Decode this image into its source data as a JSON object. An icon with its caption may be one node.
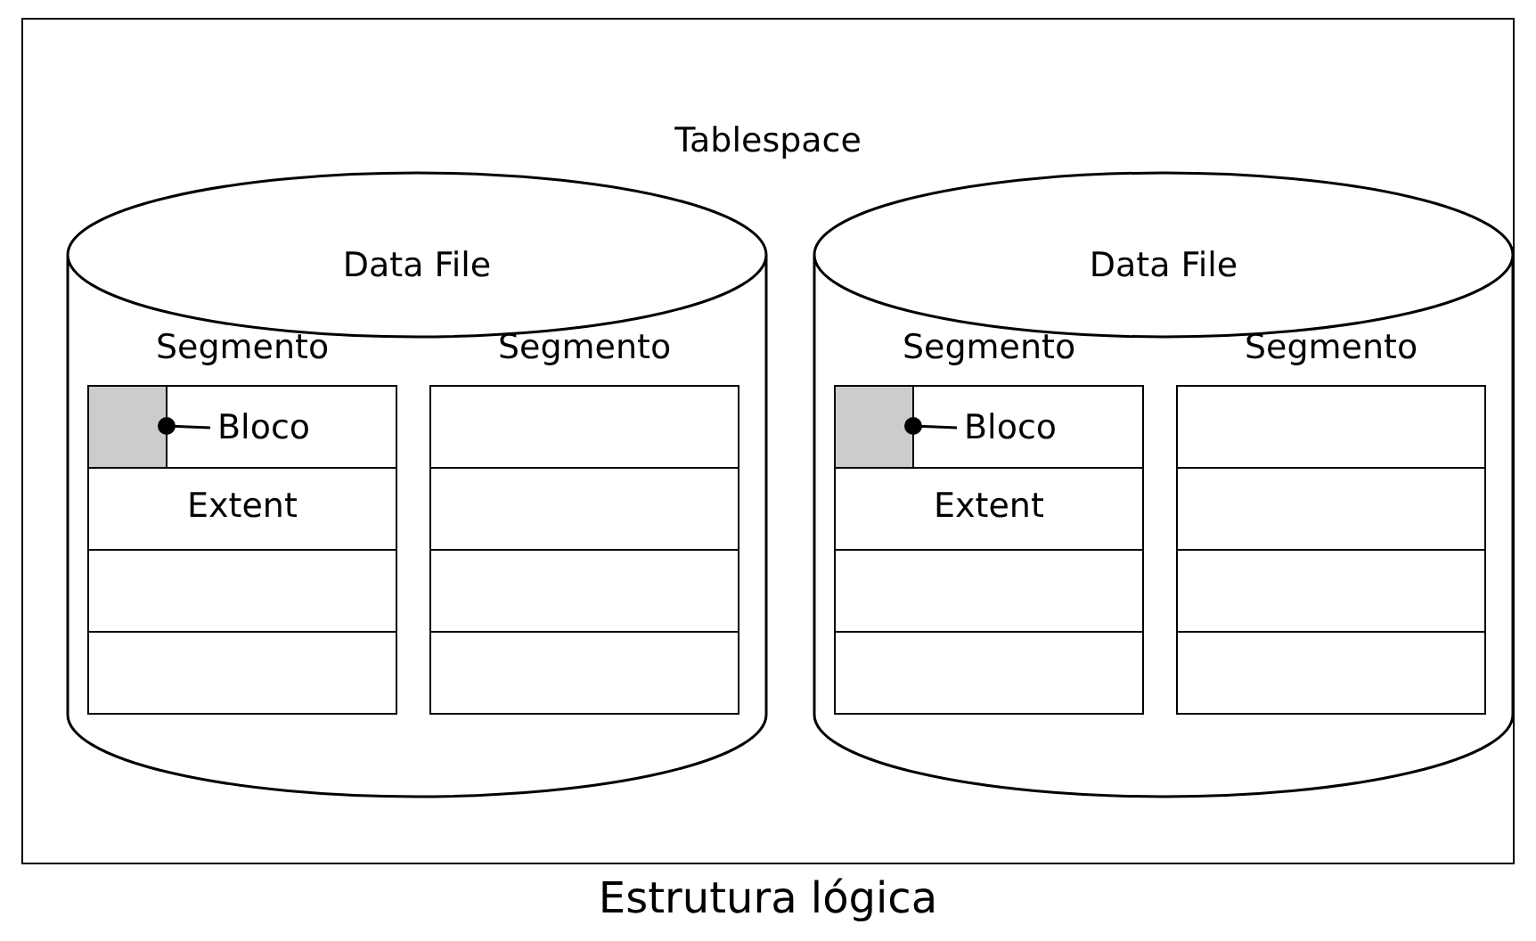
{
  "diagram": {
    "caption": "Estrutura lógica",
    "nodes": [
      {
        "text": [
          "Tablespace"
        ]
      },
      {
        "text": [
          "Data File"
        ],
        "in": 0
      },
      {
        "text": [
          "Segmento"
        ],
        "in": 1
      },
      {
        "text": [],
        "shape": "box",
        "in": 2
      },
      {
        "text": [],
        "shape": "box",
        "in": 3
      },
      {
        "text": [
          "Bloco"
        ],
        "in": 3
      },
      {
        "text": [
          "Extent"
        ],
        "in": 2
      },
      {
        "text": [],
        "shape": "box",
        "in": 2
      },
      {
        "text": [],
        "shape": "box",
        "in": 2
      },
      {
        "text": [
          "Segmento"
        ],
        "in": 1
      },
      {
        "text": [],
        "shape": "box",
        "in": 9
      },
      {
        "text": [],
        "shape": "box",
        "in": 9
      },
      {
        "text": [],
        "shape": "box",
        "in": 9
      },
      {
        "text": [],
        "shape": "box",
        "in": 9
      },
      {
        "text": [
          "Data File"
        ],
        "in": 0
      },
      {
        "text": [
          "Segmento"
        ],
        "in": 14
      },
      {
        "text": [],
        "shape": "box",
        "in": 15
      },
      {
        "text": [],
        "shape": "box",
        "in": 16
      },
      {
        "text": [
          "Bloco"
        ],
        "in": 16
      },
      {
        "text": [
          "Extent"
        ],
        "in": 15
      },
      {
        "text": [],
        "shape": "box",
        "in": 15
      },
      {
        "text": [],
        "shape": "box",
        "in": 15
      },
      {
        "text": [
          "Segmento"
        ],
        "in": 14
      },
      {
        "text": [],
        "shape": "box",
        "in": 22
      },
      {
        "text": [],
        "shape": "box",
        "in": 22
      },
      {
        "text": [],
        "shape": "box",
        "in": 22
      },
      {
        "text": [],
        "shape": "box",
        "in": 22
      }
    ],
    "edges": [
      {
        "from": 5,
        "to": 4,
        "arrow": "other"
      },
      {
        "from": 18,
        "to": 17,
        "arrow": "other"
      }
    ]
  }
}
